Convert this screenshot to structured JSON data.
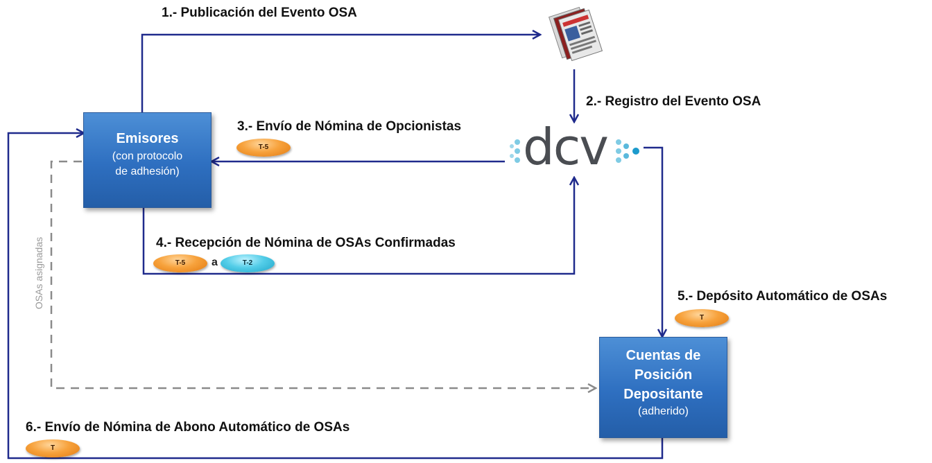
{
  "steps": {
    "s1": "1.- Publicación del  Evento OSA",
    "s2": "2.- Registro del Evento OSA",
    "s3": "3.- Envío de Nómina de Opcionistas",
    "s4": "4.- Recepción de Nómina de OSAs Confirmadas",
    "s5": "5.- Depósito Automático de OSAs",
    "s6": "6.- Envío de Nómina de Abono Automático de OSAs"
  },
  "emisores": {
    "title": "Emisores",
    "sub1": "(con protocolo",
    "sub2": "de adhesión)"
  },
  "cuentas": {
    "line1": "Cuentas de",
    "line2": "Posición",
    "line3": "Depositante",
    "sub": "(adherido)"
  },
  "badges": {
    "b3": "T-5",
    "b4a": "T-5",
    "b4_connector": "a",
    "b4b": "T-2",
    "b5": "T",
    "b6": "T"
  },
  "side_label": "OSAs asignadas",
  "logo_text": "dcv",
  "colors": {
    "arrow": "#1f2a8c",
    "dashed": "#8a8a8a",
    "box": "#2e6fc0",
    "badge_orange": "#f7a23c",
    "badge_blue": "#53cde8"
  },
  "icons": {
    "newspaper": "newspaper-stack-icon"
  }
}
